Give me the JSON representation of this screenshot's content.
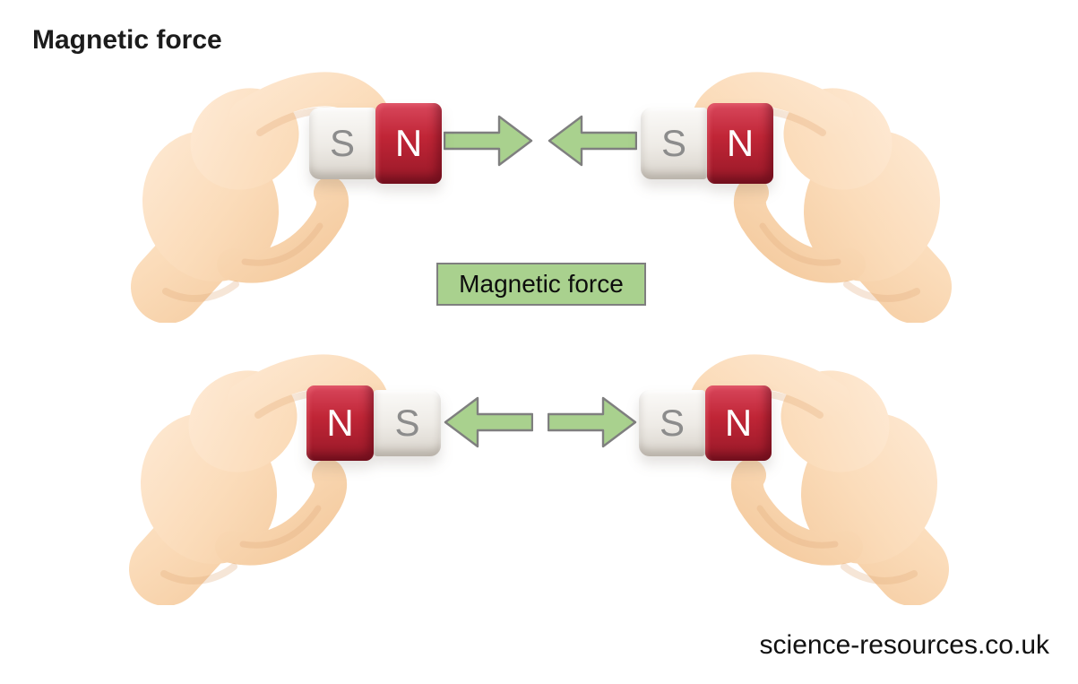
{
  "page": {
    "title": "Magnetic force",
    "watermark": "science-resources.co.uk"
  },
  "center_label": {
    "text": "Magnetic force"
  },
  "colors": {
    "background": "#ffffff",
    "magnet_red": "#bf2334",
    "magnet_white": "#eeebe6",
    "pole_letter_on_red": "#ffffff",
    "pole_letter_on_white": "#8c8c8c",
    "arrow_fill": "#a9d18e",
    "arrow_outline": "#7f7f7f",
    "label_box_fill": "#a9d18e",
    "label_box_border": "#7f7f7f",
    "hand_skin": "#f8d6b2",
    "title_text": "#1c1c1c"
  },
  "rows": {
    "top": {
      "left_magnet": {
        "left_pole": "S",
        "right_pole": "N",
        "red_pole": "N"
      },
      "right_magnet": {
        "left_pole": "S",
        "right_pole": "N",
        "red_pole": "N"
      },
      "left_arrow_icon": "arrow-right-icon (points toward center)",
      "right_arrow_icon": "arrow-left-icon (points toward center)"
    },
    "bottom": {
      "left_magnet": {
        "left_pole": "N",
        "right_pole": "S",
        "red_pole": "N"
      },
      "right_magnet": {
        "left_pole": "S",
        "right_pole": "N",
        "red_pole": "N"
      },
      "left_arrow_icon": "arrow-left-icon (points away from center)",
      "right_arrow_icon": "arrow-right-icon (points away from center)"
    }
  }
}
